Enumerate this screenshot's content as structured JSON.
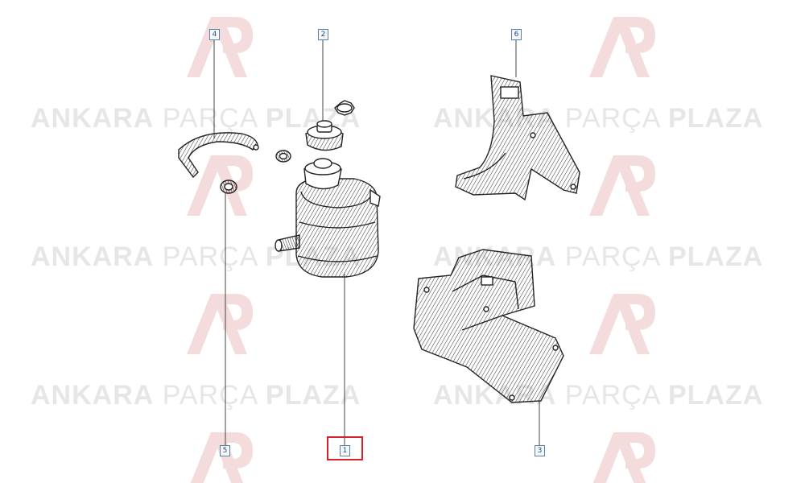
{
  "watermark": {
    "brand_bold_1": "ANKARA",
    "brand_thin": "PARÇA",
    "brand_bold_2": "PLAZA",
    "logo_icon": "ap-monogram-icon",
    "color": "#e6e6e6",
    "logo_color": "#f3d9d9"
  },
  "callouts": [
    {
      "id": "1",
      "label": "1",
      "selected": true
    },
    {
      "id": "2",
      "label": "2",
      "selected": false
    },
    {
      "id": "3",
      "label": "3",
      "selected": false
    },
    {
      "id": "4",
      "label": "4",
      "selected": false
    },
    {
      "id": "5",
      "label": "5",
      "selected": false
    },
    {
      "id": "6",
      "label": "6",
      "selected": false
    }
  ],
  "parts": [
    {
      "id": "1",
      "name": "reservoir"
    },
    {
      "id": "2",
      "name": "reservoir-cap"
    },
    {
      "id": "3",
      "name": "lower-bracket"
    },
    {
      "id": "4",
      "name": "retaining-strap"
    },
    {
      "id": "5",
      "name": "hose-clamp"
    },
    {
      "id": "6",
      "name": "upper-bracket"
    }
  ],
  "colors": {
    "line": "#222222",
    "callout_border": "#5a7fa8",
    "selection": "#d8202a"
  }
}
